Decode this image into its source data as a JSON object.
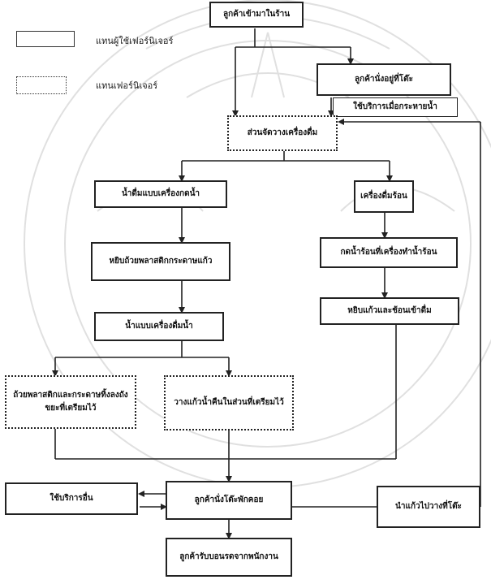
{
  "legend": {
    "solid_label": "แทนผู้ใช้เฟอร์นิเจอร์",
    "dotted_label": "แทนเฟอร์นิเจอร์"
  },
  "nodes": {
    "customer_enter": "ลูกค้าเข้ามาในร้าน",
    "customer_wait": "ลูกค้านั่งอยู่ที่โต๊ะ",
    "use_service": "ใช้บริการเมื่อกระหายน้ำ",
    "drink_station": "ส่วนจัดวางเครื่องดื่ม",
    "water_machine": "น้ำดื่มแบบเครื่องกดน้ำ",
    "hot_drink": "เครื่องดื่มร้อน",
    "pick_cup": "หยิบถ้วยพลาสติกกระดาษแก้ว",
    "hot_water": "กดน้ำร้อนที่เครื่องทำน้ำร้อน",
    "dispense": "น้ำแบบเครื่องดื่มน้ำ",
    "pick_spoon": "หยิบแก้วและช้อนเข้าดื่ม",
    "cup_storage": "ถ้วยพลาสติกและกระดาษทิ้งลงถังขยะที่เตรียมไว้",
    "return_glass": "วางแก้วน้ำคืนในส่วนที่เตรียมไว้",
    "other_service": "ใช้บริการอื่น",
    "customer_table": "ลูกค้านั่งโต๊ะพักคอย",
    "take_glass": "นำแก้วไปวางที่โต๊ะ",
    "customer_leave": "ลูกค้ารับบอนรดจากพนักงาน"
  }
}
